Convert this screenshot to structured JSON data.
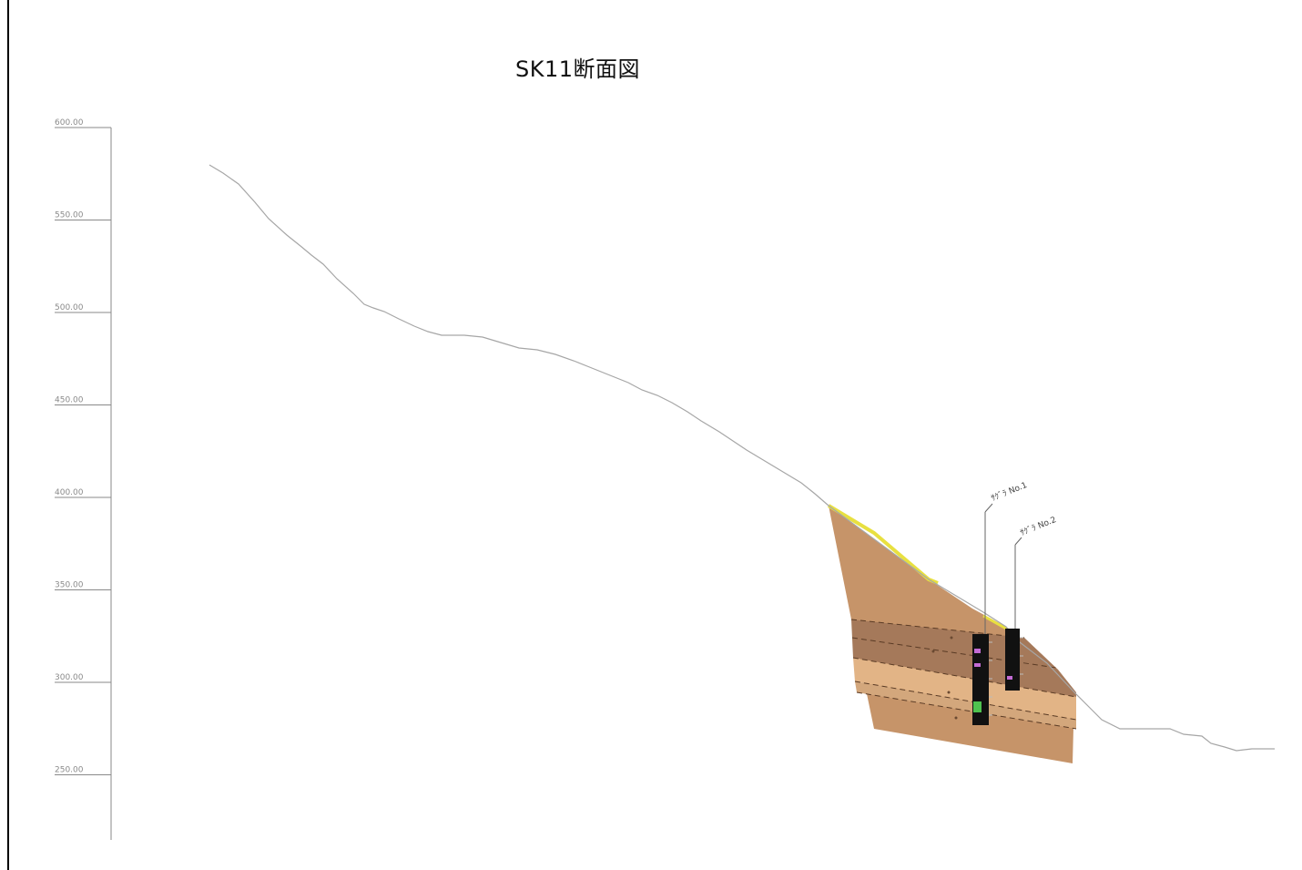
{
  "title": "SK11断面図",
  "axis": {
    "ticks": [
      "600.00",
      "550.00",
      "500.00",
      "450.00",
      "400.00",
      "350.00",
      "300.00",
      "250.00"
    ]
  },
  "boreholes": [
    {
      "label": "ｻｸﾞﾗ No.1"
    },
    {
      "label": "ｻｸﾞﾗ No.2"
    }
  ],
  "colors": {
    "ground_line": "#a6a6a6",
    "layer_main": "#c69469",
    "layer_dark": "#a5795a",
    "layer_light": "#e2b486",
    "layer_mid": "#d3a77c",
    "surface_yellow": "#e8e040",
    "borehole": "#111111"
  }
}
